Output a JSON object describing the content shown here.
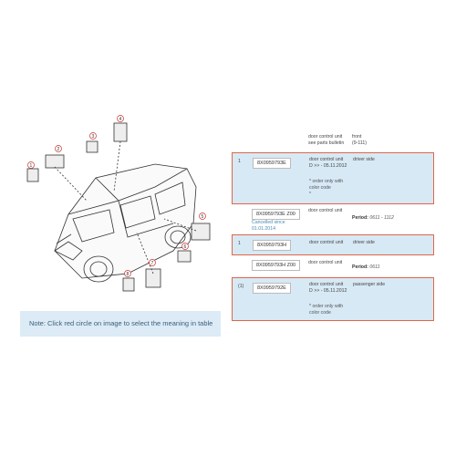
{
  "header": {
    "desc_line1": "door control unit",
    "desc_line2": "see parts bulletin",
    "pos_line1": "front",
    "pos_line2": "(9-111)"
  },
  "rows": [
    {
      "idx": "1",
      "pn": "8X0959793E",
      "desc1": "door control unit",
      "desc2": "D >> - 05.11.2012",
      "pos": "driver side",
      "note1": "* order only with",
      "note2": "color code",
      "note3": "*"
    },
    {
      "pn": "8X0959793E Z00",
      "desc1": "door control unit",
      "canc1": "Cancelled since",
      "canc2": "01.01.2014",
      "period_label": "Period:",
      "period_value": "0611 - 1112"
    },
    {
      "idx": "1",
      "pn": "8X0959793H",
      "desc1": "door control unit",
      "pos": "driver side"
    },
    {
      "pn": "8X0959793H Z00",
      "desc1": "door control unit",
      "period_label": "Period:",
      "period_value": "0611"
    },
    {
      "idx": "(1)",
      "pn": "8X0959792E",
      "desc1": "door control unit",
      "desc2": "D >> - 05.11.2012",
      "pos": "passenger side",
      "note1": "* order only with",
      "note2": "color code"
    }
  ],
  "note": "Note: Click red circle on image to select the meaning in table",
  "diagram": {
    "callouts": [
      "1",
      "2",
      "3",
      "4",
      "5",
      "6",
      "7",
      "8"
    ]
  }
}
